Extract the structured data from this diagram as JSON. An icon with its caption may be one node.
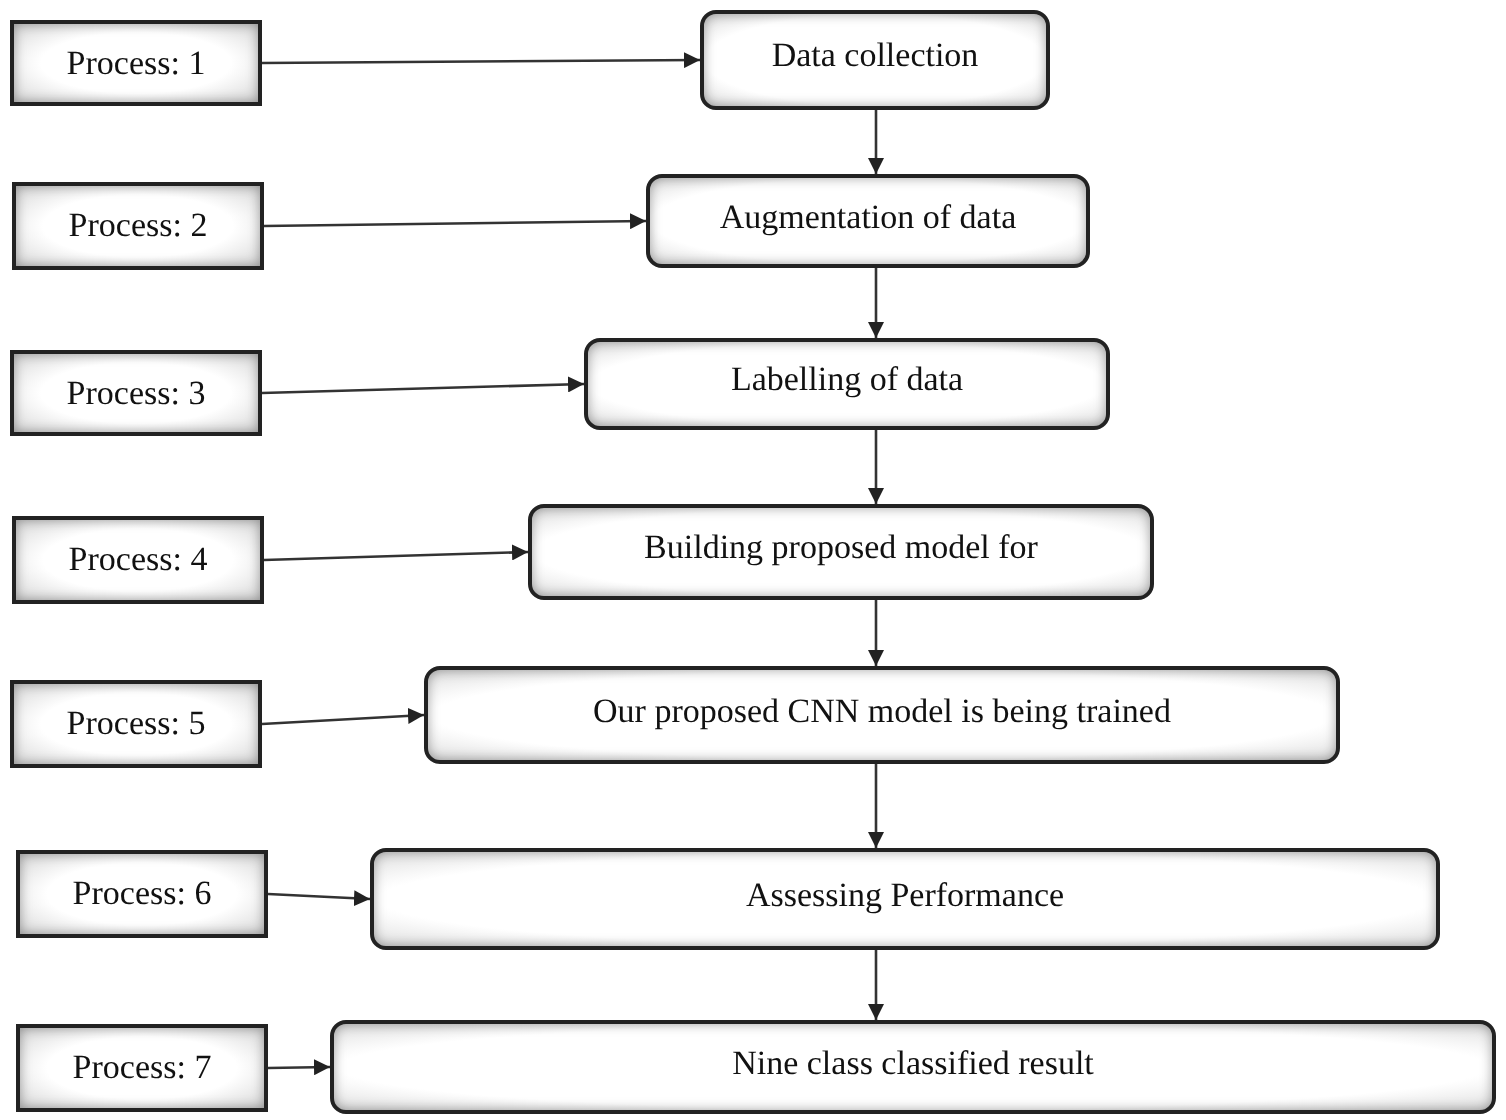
{
  "diagram": {
    "nodes": [
      {
        "text": [
          "Process: 1"
        ]
      },
      {
        "text": [
          "Data collection"
        ]
      },
      {
        "text": [
          "Process: 2"
        ]
      },
      {
        "text": [
          "Augmentation of data"
        ]
      },
      {
        "text": [
          "Process: 3"
        ]
      },
      {
        "text": [
          "Labelling of data"
        ]
      },
      {
        "text": [
          "Process: 4"
        ]
      },
      {
        "text": [
          "Building proposed model for"
        ]
      },
      {
        "text": [
          "Process: 5"
        ]
      },
      {
        "text": [
          "Our proposed CNN model is being trained"
        ]
      },
      {
        "text": [
          "Process: 6"
        ]
      },
      {
        "text": [
          "Assessing Performance"
        ]
      },
      {
        "text": [
          "Process: 7"
        ]
      },
      {
        "text": [
          "Nine class classified result"
        ]
      }
    ],
    "edges": [
      {
        "from": 0,
        "to": 1,
        "arrow": "to"
      },
      {
        "from": 1,
        "to": 3,
        "arrow": "to"
      },
      {
        "from": 2,
        "to": 3,
        "arrow": "to"
      },
      {
        "from": 3,
        "to": 5,
        "arrow": "to"
      },
      {
        "from": 4,
        "to": 5,
        "arrow": "to"
      },
      {
        "from": 5,
        "to": 7,
        "arrow": "to"
      },
      {
        "from": 6,
        "to": 7,
        "arrow": "to"
      },
      {
        "from": 7,
        "to": 9,
        "arrow": "to"
      },
      {
        "from": 8,
        "to": 9,
        "arrow": "to"
      },
      {
        "from": 9,
        "to": 11,
        "arrow": "to"
      },
      {
        "from": 10,
        "to": 11,
        "arrow": "to"
      },
      {
        "from": 11,
        "to": 13,
        "arrow": "to"
      },
      {
        "from": 12,
        "to": 13,
        "arrow": "to"
      }
    ]
  }
}
